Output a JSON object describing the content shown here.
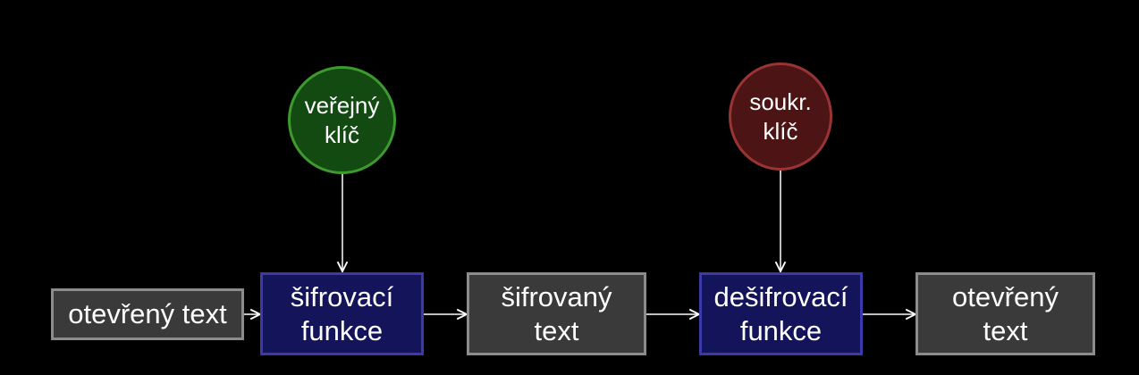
{
  "diagram": {
    "nodes": {
      "plaintext_in": "otevřený text",
      "encrypt_fn": "šifrovací\nfunkce",
      "ciphertext": "šifrovaný\ntext",
      "decrypt_fn": "dešifrovací\nfunkce",
      "plaintext_out": "otevřený\ntext",
      "public_key": "veřejný\nklíč",
      "private_key": "soukr.\nklíč"
    },
    "colors": {
      "background": "#000000",
      "data_box_fill": "#3a3a3a",
      "data_box_border": "#8c8c8c",
      "function_box_fill": "#14145a",
      "function_box_border": "#3a3aa8",
      "public_key_fill": "#134a12",
      "public_key_border": "#3c9a2e",
      "private_key_fill": "#4c1414",
      "private_key_border": "#9a3434",
      "arrow": "#ffffff"
    },
    "edges": [
      {
        "from": "plaintext_in",
        "to": "encrypt_fn"
      },
      {
        "from": "public_key",
        "to": "encrypt_fn"
      },
      {
        "from": "encrypt_fn",
        "to": "ciphertext"
      },
      {
        "from": "ciphertext",
        "to": "decrypt_fn"
      },
      {
        "from": "private_key",
        "to": "decrypt_fn"
      },
      {
        "from": "decrypt_fn",
        "to": "plaintext_out"
      }
    ]
  }
}
